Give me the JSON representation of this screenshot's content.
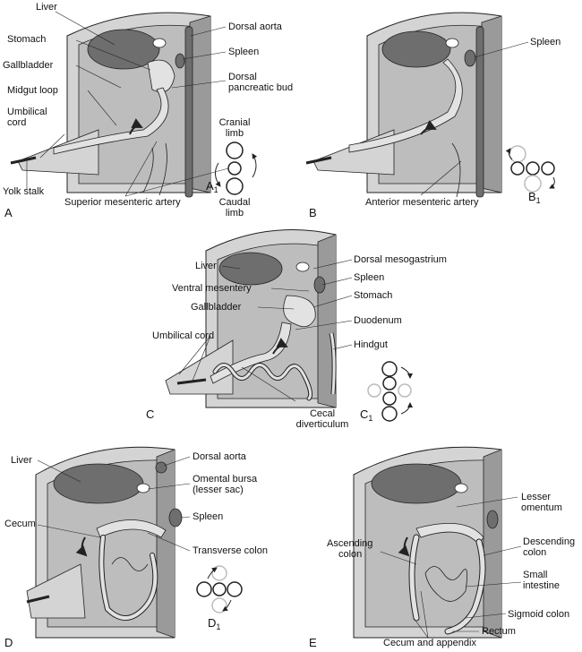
{
  "colors": {
    "line": "#222222",
    "wall": "#d4d4d4",
    "wall_dark": "#9a9a9a",
    "cavity": "#bdbdbd",
    "organ": "#6e6e6e",
    "gut": "#e2e2e2"
  },
  "panels": [
    {
      "id": "A",
      "letter": "A",
      "labels": [
        "Liver",
        "Stomach",
        "Gallbladder",
        "Midgut loop",
        "Umbilical",
        "cord",
        "Yolk stalk",
        "Dorsal aorta",
        "Spleen",
        "Dorsal",
        "pancreatic bud",
        "Cranial",
        "limb",
        "Caudal",
        "limb",
        "Superior mesenteric artery"
      ],
      "inset": {
        "letter": "A",
        "sub": "1"
      }
    },
    {
      "id": "B",
      "letter": "B",
      "labels": [
        "Spleen",
        "Anterior mesenteric artery"
      ],
      "inset": {
        "letter": "B",
        "sub": "1"
      }
    },
    {
      "id": "C",
      "letter": "C",
      "labels": [
        "Liver",
        "Ventral mesentery",
        "Gallbladder",
        "Umbilical cord",
        "Dorsal mesogastrium",
        "Spleen",
        "Stomach",
        "Duodenum",
        "Hindgut",
        "Cecal",
        "diverticulum"
      ],
      "inset": {
        "letter": "C",
        "sub": "1"
      }
    },
    {
      "id": "D",
      "letter": "D",
      "labels": [
        "Liver",
        "Cecum",
        "Dorsal aorta",
        "Omental bursa",
        "(lesser sac)",
        "Spleen",
        "Transverse colon"
      ],
      "inset": {
        "letter": "D",
        "sub": "1"
      }
    },
    {
      "id": "E",
      "letter": "E",
      "labels": [
        "Lesser",
        "omentum",
        "Ascending",
        "colon",
        "Descending",
        "colon",
        "Small",
        "intestine",
        "Sigmoid colon",
        "Rectum",
        "Cecum and appendix"
      ]
    }
  ]
}
